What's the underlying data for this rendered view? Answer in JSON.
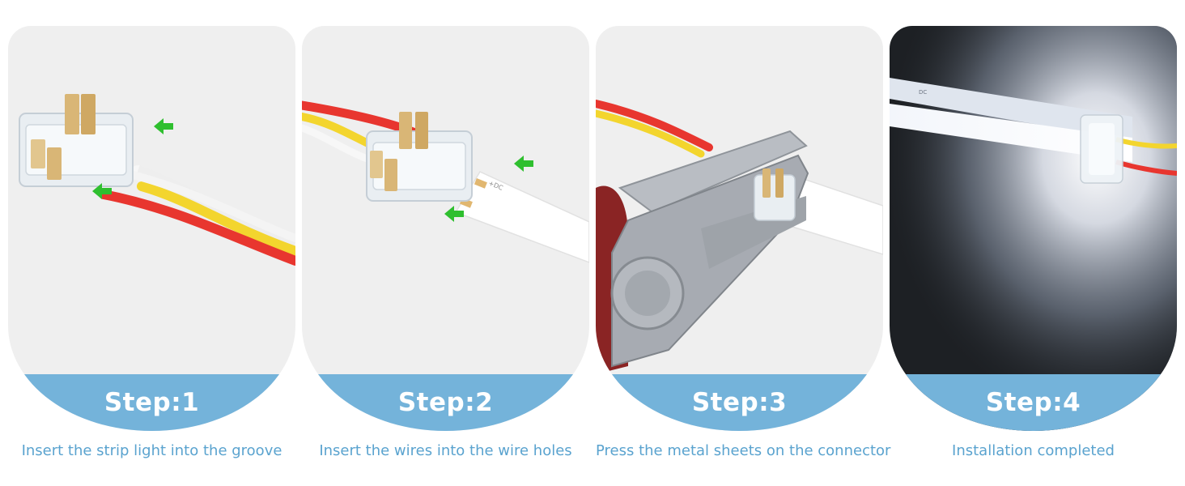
{
  "steps": [
    {
      "title": "Step:1",
      "caption": "Insert the strip light into the groove"
    },
    {
      "title": "Step:2",
      "caption": "Insert the wires into the wire holes"
    },
    {
      "title": "Step:3",
      "caption": "Press the metal sheets on the connector"
    },
    {
      "title": "Step:4",
      "caption": "Installation completed"
    }
  ],
  "colors": {
    "band": "#74b3da",
    "caption": "#5aa3cf",
    "panel_light": "#efefef",
    "panel_dark": "#1d2024",
    "wire_red": "#e8362f",
    "wire_yellow": "#f3d52e",
    "arrow_green": "#2fbf2f"
  }
}
